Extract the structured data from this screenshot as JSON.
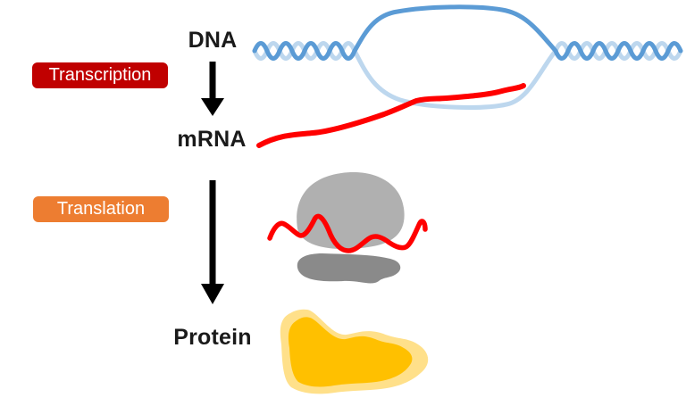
{
  "labels": {
    "dna": "DNA",
    "mrna": "mRNA",
    "protein": "Protein"
  },
  "badges": {
    "transcription": "Transcription",
    "translation": "Translation"
  },
  "colors": {
    "background": "#FFFFFF",
    "label_text": "#1A1A1A",
    "badge_text": "#FFFFFF",
    "transcription_badge": "#C00000",
    "translation_badge": "#ED7D31",
    "arrow": "#000000",
    "dna_strand_dark": "#5B9BD5",
    "dna_strand_light": "#BDD7EE",
    "mrna_strand": "#FF0000",
    "ribosome_large_subunit": "#B0B0B0",
    "ribosome_small_subunit": "#8A8A8A",
    "protein_outer": "#FFE08A",
    "protein_inner": "#FFC000"
  }
}
